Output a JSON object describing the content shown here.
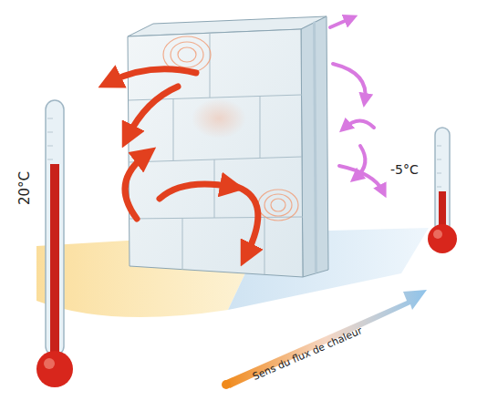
{
  "diagram": {
    "labels": [
      "20°C",
      "-5°C",
      "Sens du flux de chaleur"
    ]
  }
}
